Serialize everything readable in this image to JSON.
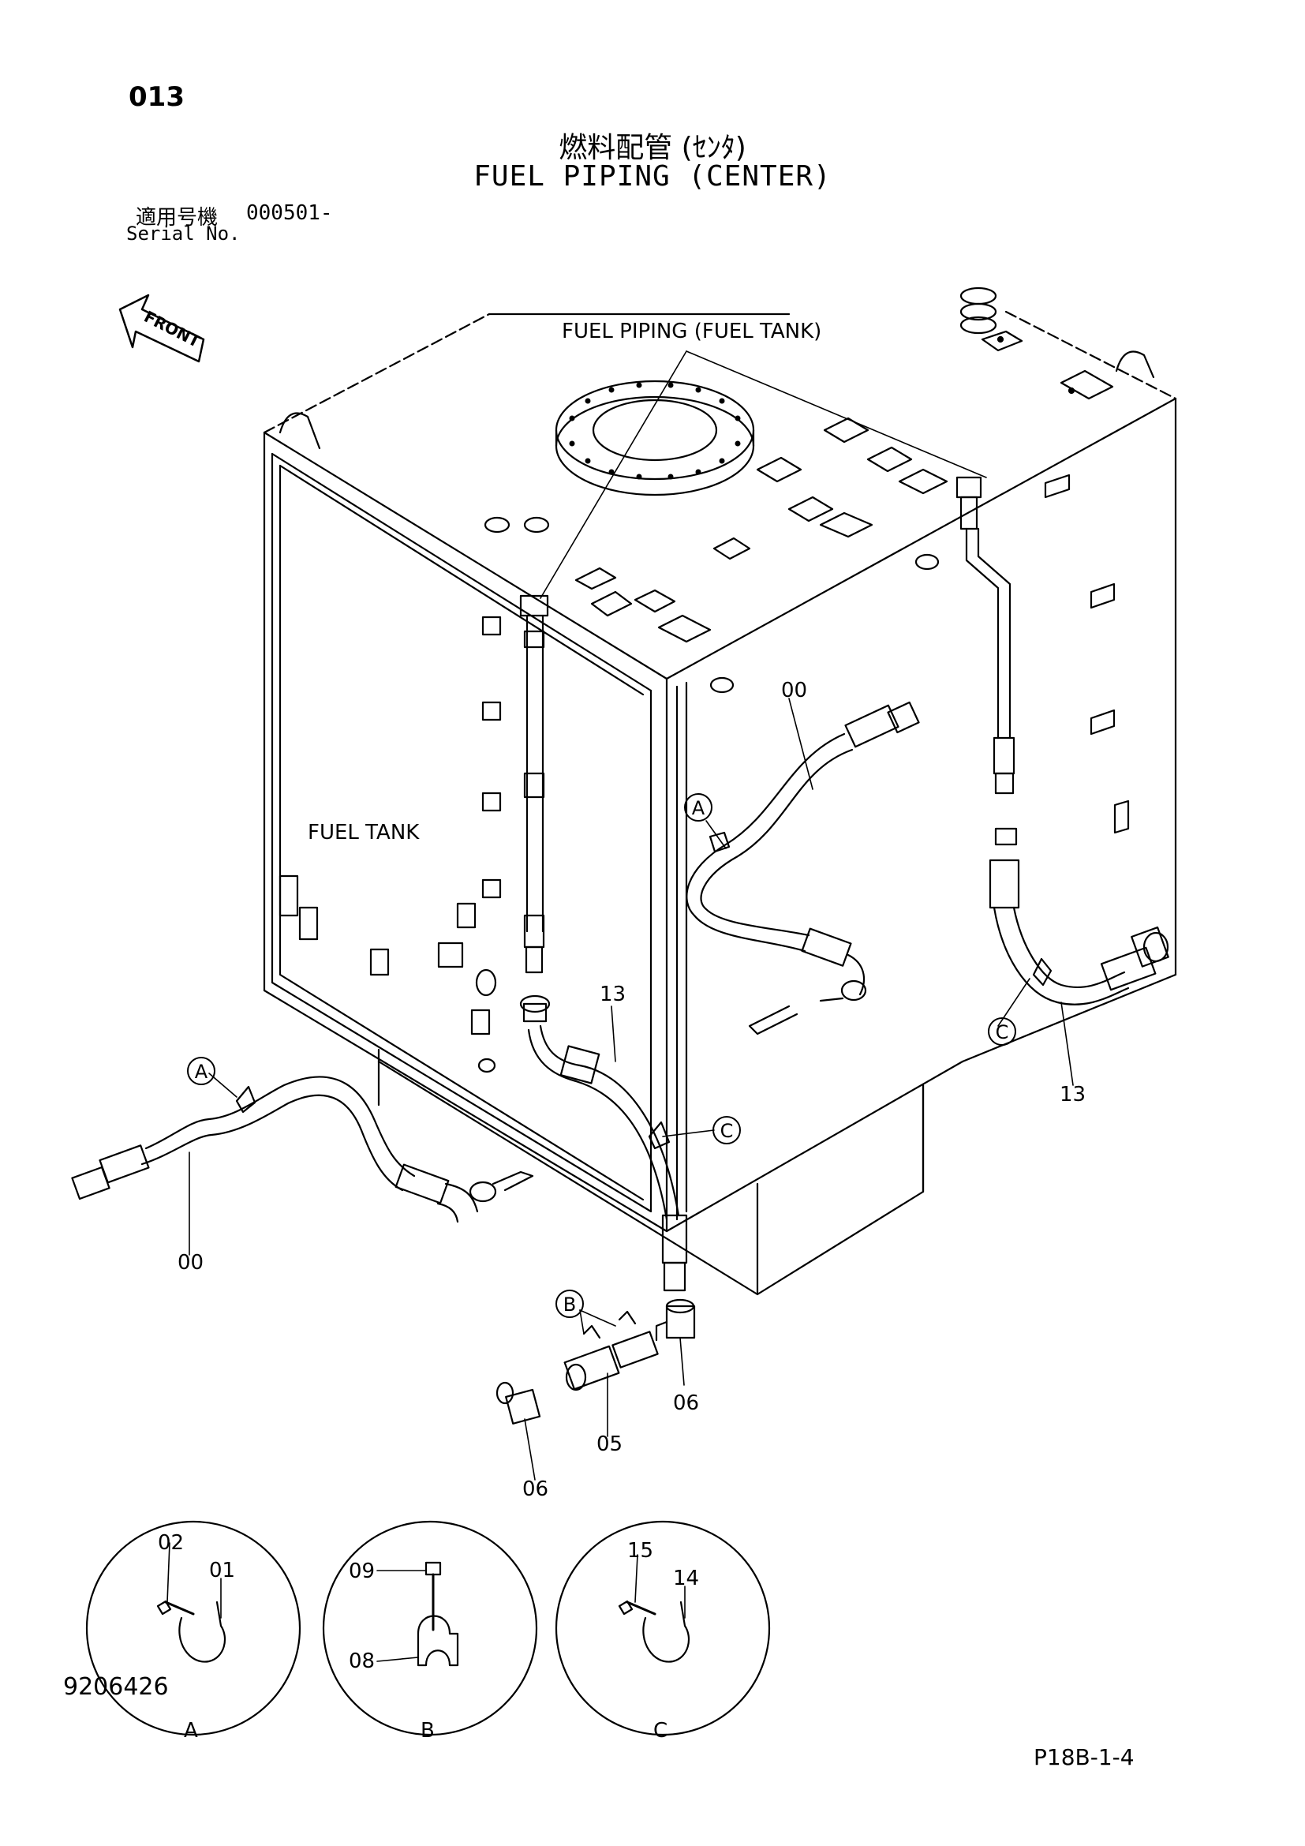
{
  "page_number": "013",
  "title_jp": "燃料配管 (ｾﾝﾀ)",
  "title_en": "FUEL PIPING (CENTER)",
  "serial": {
    "jp_label": "適用号機",
    "number": "000501-",
    "en_label": "Serial No."
  },
  "front_label": "FRONT",
  "labels": {
    "fuel_piping_tank": "FUEL PIPING (FUEL TANK)",
    "fuel_tank": "FUEL TANK"
  },
  "part_numbers": {
    "hose_00_right": "00",
    "hose_00_left": "00",
    "hose_13_center": "13",
    "hose_13_right": "13",
    "adapter_05": "05",
    "elbow_06_right": "06",
    "elbow_06_left": "06",
    "bolt_02": "02",
    "clamp_01": "01",
    "bolt_09": "09",
    "clamp_08": "08",
    "bolt_15": "15",
    "clamp_14": "14"
  },
  "callouts": {
    "a": "A",
    "b": "B",
    "c": "C"
  },
  "detail_labels": {
    "a": "A",
    "b": "B",
    "c": "C"
  },
  "document_number": "9206426",
  "page_ref": "P18B-1-4"
}
